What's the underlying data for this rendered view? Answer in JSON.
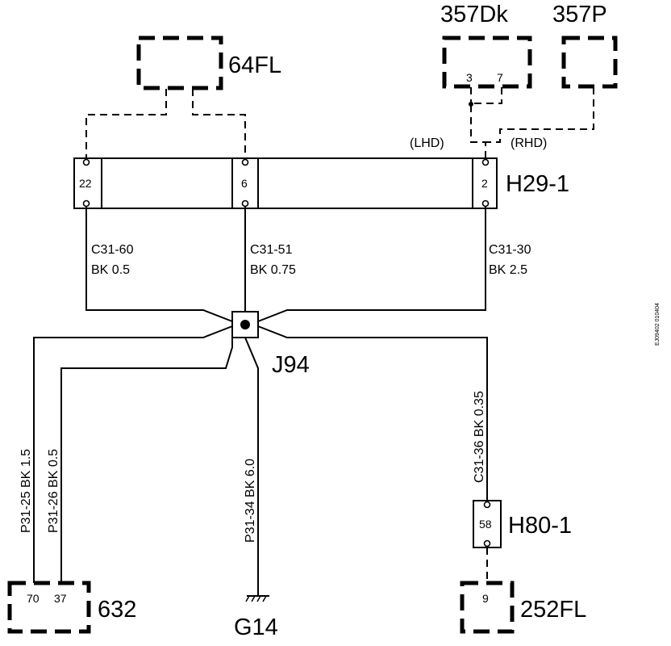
{
  "components": {
    "c64fl": "64FL",
    "c357dk": "357Dk",
    "c357p": "357P",
    "h29": "H29-1",
    "j94": "J94",
    "h80": "H80-1",
    "c632": "632",
    "g14": "G14",
    "c252fl": "252FL"
  },
  "pins": {
    "p3": "3",
    "p7": "7",
    "p22": "22",
    "p6": "6",
    "p2": "2",
    "p58": "58",
    "p70": "70",
    "p37": "37",
    "p9": "9"
  },
  "options": {
    "lhd": "(LHD)",
    "rhd": "(RHD)"
  },
  "wires": {
    "w1_code": "C31-60",
    "w1_spec": "BK   0.5",
    "w2_code": "C31-51",
    "w2_spec": "BK    0.75",
    "w3_code": "C31-30",
    "w3_spec": "BK    2.5",
    "w4": "C31-36   BK   0.35",
    "w5": "P31-25   BK   1.5",
    "w6": "P31-26   BK   0.5",
    "w7": "P31-34   BK   6.0"
  },
  "doc_id": "EJ09402 010404"
}
